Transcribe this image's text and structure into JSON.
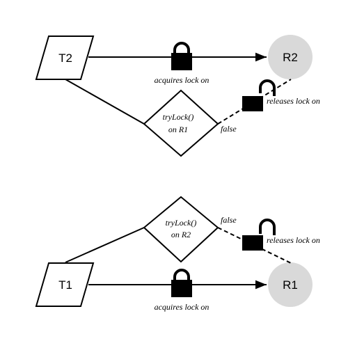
{
  "colors": {
    "stroke": "#000000",
    "resource_fill": "#d9d9d9",
    "lock_fill": "#000000",
    "background": "#ffffff"
  },
  "top": {
    "thread_label": "T2",
    "resource_label": "R2",
    "acquire_text": "acquires lock on",
    "decision_line1": "tryLock()",
    "decision_line2": "on R1",
    "false_text": "false",
    "release_text": "releases lock on",
    "acquire_icon": "closed-padlock-icon",
    "release_icon": "open-padlock-icon"
  },
  "bottom": {
    "thread_label": "T1",
    "resource_label": "R1",
    "acquire_text": "acquires lock on",
    "decision_line1": "tryLock()",
    "decision_line2": "on R2",
    "false_text": "false",
    "release_text": "releases lock on",
    "acquire_icon": "closed-padlock-icon",
    "release_icon": "open-padlock-icon"
  }
}
